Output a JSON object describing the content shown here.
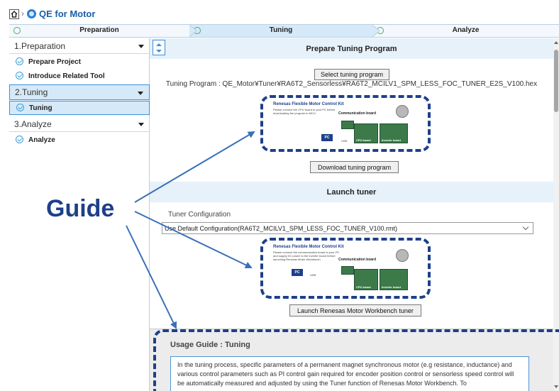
{
  "app": {
    "title": "QE for Motor"
  },
  "steps": [
    {
      "label": "Preparation"
    },
    {
      "label": "Tuning"
    },
    {
      "label": "Analyze"
    }
  ],
  "sidebar": {
    "groups": [
      {
        "label": "1.Preparation",
        "items": [
          {
            "label": "Prepare Project"
          },
          {
            "label": "Introduce Related Tool"
          }
        ]
      },
      {
        "label": "2.Tuning",
        "items": [
          {
            "label": "Tuning"
          }
        ]
      },
      {
        "label": "3.Analyze",
        "items": [
          {
            "label": "Analyze"
          }
        ]
      }
    ]
  },
  "main": {
    "prepare_section": {
      "title": "Prepare Tuning Program",
      "select_button": "Select tuning program",
      "program_path": "Tuning Program : QE_Motor¥Tuner¥RA6T2_Sensorless¥RA6T2_MCILV1_SPM_LESS_FOC_TUNER_E2S_V100.hex",
      "download_button": "Download tuning program"
    },
    "diagram1": {
      "title": "Renesas Flexible Motor Control Kit",
      "note": "Please connect the CPU board to your PC before downloading the program to MCU.",
      "comm_label": "Communication board",
      "pc_label": "PC",
      "usb_label": "USB",
      "cpu_label": "CPU board",
      "inverter_label": "Inverter board"
    },
    "launch_section": {
      "title": "Launch tuner",
      "config_label": "Tuner Configuration",
      "config_value": "Use Default Configuration(RA6T2_MCILV1_SPM_LESS_FOC_TUNER_V100.rmt)",
      "launch_button": "Launch Renesas Motor Workbench tuner"
    },
    "diagram2": {
      "title": "Renesas Flexible Motor Control Kit",
      "note": "Please connect the communication board to your PC and supply DC power to the inverter board before launching Renesas Motor Workbench.",
      "comm_label": "Communication board",
      "pc_label": "PC",
      "usb_label": "USB",
      "cpu_label": "CPU board",
      "inverter_label": "Inverter board"
    },
    "usage_guide": {
      "title": "Usage Guide : Tuning",
      "body": "In the tuning process, specific parameters of a permanent magnet synchronous motor (e.g resistance, inductance) and various control parameters such as PI control gain required for encoder position control or sensorless speed control will be automatically measured and adjusted by using the Tuner function of Renesas Motor Workbench. To"
    }
  },
  "overlay": {
    "guide_label": "Guide",
    "accent_color": "#1e3f8a"
  }
}
